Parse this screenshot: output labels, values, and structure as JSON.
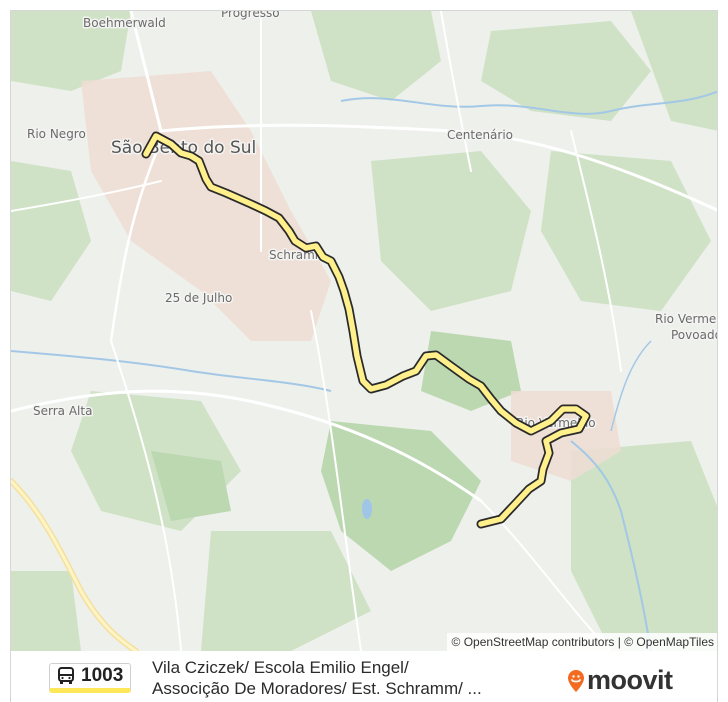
{
  "map": {
    "places": [
      {
        "id": "boehmerwald",
        "label": "Boehmerwald"
      },
      {
        "id": "progresso",
        "label": "Progresso"
      },
      {
        "id": "rio-negro",
        "label": "Rio Negro"
      },
      {
        "id": "sao-bento",
        "label": "São Bento do Sul"
      },
      {
        "id": "centenario",
        "label": "Centenário"
      },
      {
        "id": "schramm",
        "label": "Schramm"
      },
      {
        "id": "25-de-julho",
        "label": "25 de Julho"
      },
      {
        "id": "serra-alta",
        "label": "Serra Alta"
      },
      {
        "id": "rio-vermelho",
        "label": "Rio Vermelho"
      },
      {
        "id": "povoado",
        "label": "Povoado"
      },
      {
        "id": "rio-vermelho-east",
        "label": "Rio Vermelho"
      }
    ],
    "attribution": "© OpenStreetMap contributors | © OpenMapTiles",
    "colors": {
      "route_fill": "#ffef8a",
      "route_casing": "#2a2a2a",
      "forest": "#c9dfc0",
      "urban": "#ecd7cc",
      "water": "#9fc6e6",
      "background": "#eef0ec"
    }
  },
  "footer": {
    "route_icon": "bus-icon",
    "route_number": "1003",
    "route_description_line1": "Vila Cziczek/ Escola Emilio Engel/",
    "route_description_line2": "Associção De Moradores/ Est. Schramm/ ...",
    "brand": "moovit",
    "brand_icon": "moovit-pin-icon",
    "brand_color": "#f26b21"
  }
}
